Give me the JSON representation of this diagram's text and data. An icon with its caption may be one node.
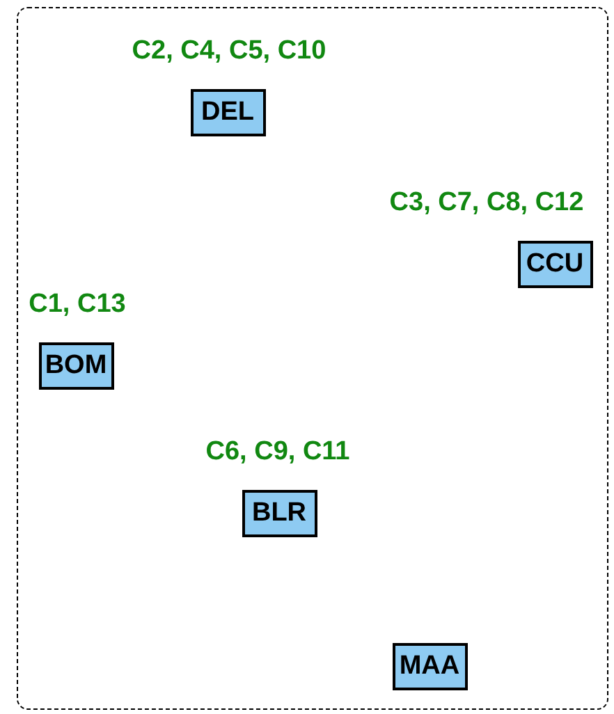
{
  "diagram": {
    "nodes": [
      {
        "text": [],
        "shape": "box"
      },
      {
        "text": [
          "DEL"
        ],
        "beside": [
          "C2, C4, C5, C10"
        ],
        "in": 0
      },
      {
        "text": [
          "CCU"
        ],
        "beside": [
          "C3, C7, C8, C12"
        ],
        "in": 0
      },
      {
        "text": [
          "BOM"
        ],
        "beside": [
          "C1, C13"
        ],
        "in": 0
      },
      {
        "text": [
          "BLR"
        ],
        "beside": [
          "C6, C9, C11"
        ],
        "in": 0
      },
      {
        "text": [
          "MAA"
        ],
        "in": 0
      }
    ]
  }
}
